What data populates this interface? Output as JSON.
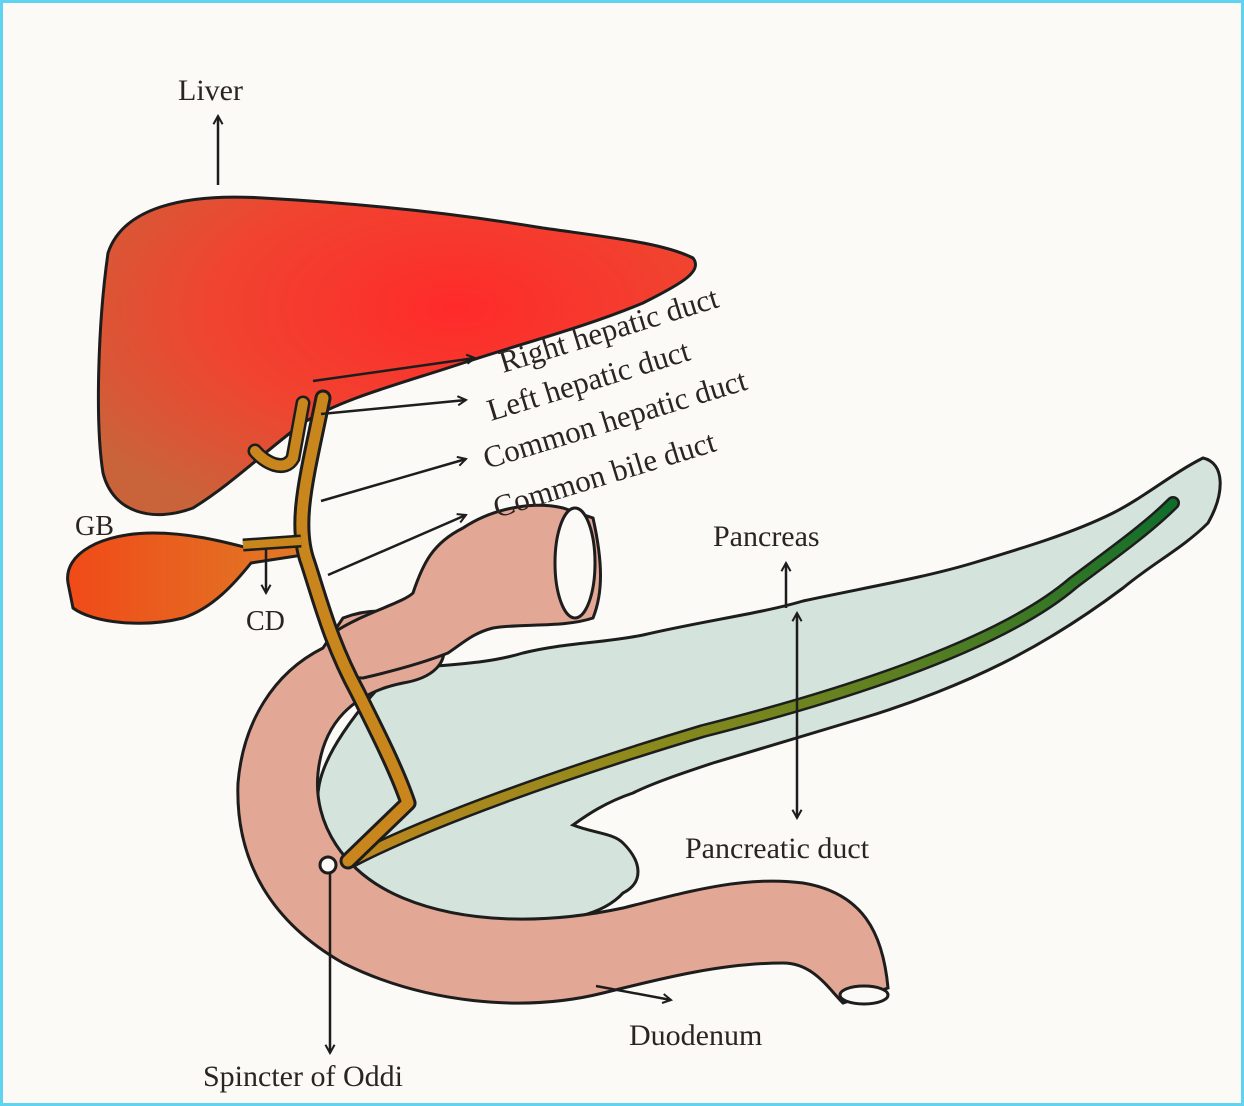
{
  "labels": {
    "liver": "Liver",
    "right_hepatic_duct": "Right hepatic duct",
    "left_hepatic_duct": "Left hepatic duct",
    "common_hepatic_duct": "Common hepatic duct",
    "common_bile_duct": "Common bile duct",
    "gb": "GB",
    "cd": "CD",
    "pancreas": "Pancreas",
    "pancreatic_duct": "Pancreatic duct",
    "duodenum": "Duodenum",
    "sphincter": "Spincter of Oddi"
  },
  "colors": {
    "frame_border": "#5fd3f0",
    "liver": "#f03a2e",
    "gallbladder": "#f0561e",
    "bile_duct": "#c8861c",
    "duodenum": "#e2a894",
    "pancreas": "#d3e3dc",
    "pancreatic_duct": "#1e7a2a"
  }
}
